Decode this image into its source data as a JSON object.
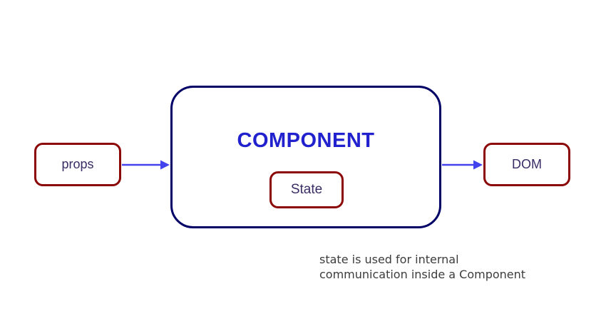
{
  "diagram": {
    "props_box": {
      "label": "props"
    },
    "component_box": {
      "label": "COMPONENT"
    },
    "state_box": {
      "label": "State"
    },
    "dom_box": {
      "label": "DOM"
    },
    "caption": {
      "lines": [
        "state is used for internal",
        "communication inside a Component"
      ]
    },
    "colors": {
      "red_box_border": "#8b0606",
      "component_border": "#000066",
      "component_title_text": "#2121cd",
      "box_label_text": "#3a2c66",
      "arrow_blue": "#4343ee",
      "caption_text": "#3c3c3c",
      "background": "#ffffff"
    }
  }
}
